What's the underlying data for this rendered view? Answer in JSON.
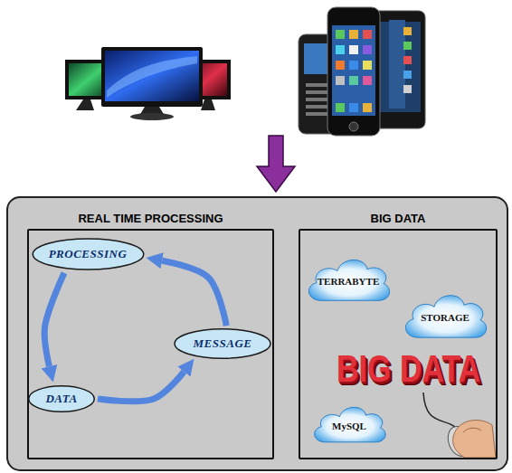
{
  "diagram": {
    "nodes": [
      {
        "text": [
          "REAL TIME PROCESSING"
        ]
      },
      {
        "text": [
          "PROCESSING"
        ],
        "in": 0
      },
      {
        "text": [
          "MESSAGE"
        ],
        "in": 0
      },
      {
        "text": [
          "DATA"
        ],
        "in": 0
      },
      {
        "text": [
          "BIG DATA"
        ]
      },
      {
        "text": [
          "TERRABYTE"
        ],
        "in": 4
      },
      {
        "text": [
          "STORAGE"
        ],
        "in": 4
      },
      {
        "text": [
          "MySQL"
        ],
        "in": 4
      }
    ],
    "edges": [
      {
        "from": 1,
        "to": 3,
        "arrow": "to"
      },
      {
        "from": 3,
        "to": 2,
        "arrow": "to"
      },
      {
        "from": 2,
        "to": 1,
        "arrow": "to"
      }
    ],
    "labels": [
      "BIG DATA"
    ]
  }
}
